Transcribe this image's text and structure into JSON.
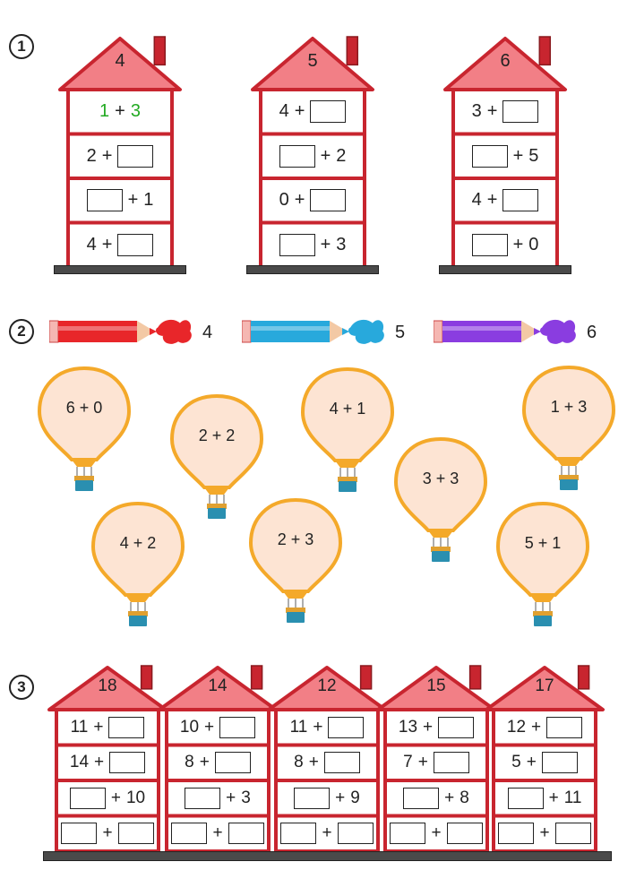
{
  "colors": {
    "house_red": "#c8252f",
    "roof_fill": "#f27f86",
    "chimney": "#c8252f",
    "ground": "#4a4a4a",
    "green_text": "#22aa22",
    "balloon_fill": "#fde4d3",
    "balloon_stroke": "#f4a92a",
    "basket": "#2a8fb0",
    "pencil_red": "#e8262a",
    "pencil_blue": "#28a9dc",
    "pencil_purple": "#8a3de0"
  },
  "section1": {
    "number": "1",
    "houses": [
      {
        "roof": "4",
        "floors": [
          {
            "left": "1",
            "op": "+",
            "right": "3",
            "highlight": true
          },
          {
            "left": "2",
            "op": "+",
            "right": ""
          },
          {
            "left": "",
            "op": "+",
            "right": "1"
          },
          {
            "left": "4",
            "op": "+",
            "right": ""
          }
        ]
      },
      {
        "roof": "5",
        "floors": [
          {
            "left": "4",
            "op": "+",
            "right": ""
          },
          {
            "left": "",
            "op": "+",
            "right": "2"
          },
          {
            "left": "0",
            "op": "+",
            "right": ""
          },
          {
            "left": "",
            "op": "+",
            "right": "3"
          }
        ]
      },
      {
        "roof": "6",
        "floors": [
          {
            "left": "3",
            "op": "+",
            "right": ""
          },
          {
            "left": "",
            "op": "+",
            "right": "5"
          },
          {
            "left": "4",
            "op": "+",
            "right": ""
          },
          {
            "left": "",
            "op": "+",
            "right": "0"
          }
        ]
      }
    ]
  },
  "section2": {
    "number": "2",
    "pencils": [
      {
        "color": "red",
        "label": "4"
      },
      {
        "color": "blue",
        "label": "5"
      },
      {
        "color": "purple",
        "label": "6"
      }
    ],
    "balloons": [
      "6 + 0",
      "2 + 2",
      "4 + 1",
      "1 + 3",
      "3 + 3",
      "4 + 2",
      "2 + 3",
      "5 + 1"
    ]
  },
  "section3": {
    "number": "3",
    "houses": [
      {
        "roof": "18",
        "floors": [
          {
            "left": "11",
            "op": "+",
            "right": ""
          },
          {
            "left": "14",
            "op": "+",
            "right": ""
          },
          {
            "left": "",
            "op": "+",
            "right": "10"
          },
          {
            "left": "",
            "op": "+",
            "right": ""
          }
        ]
      },
      {
        "roof": "14",
        "floors": [
          {
            "left": "10",
            "op": "+",
            "right": ""
          },
          {
            "left": "8",
            "op": "+",
            "right": ""
          },
          {
            "left": "",
            "op": "+",
            "right": "3"
          },
          {
            "left": "",
            "op": "+",
            "right": ""
          }
        ]
      },
      {
        "roof": "12",
        "floors": [
          {
            "left": "11",
            "op": "+",
            "right": ""
          },
          {
            "left": "8",
            "op": "+",
            "right": ""
          },
          {
            "left": "",
            "op": "+",
            "right": "9"
          },
          {
            "left": "",
            "op": "+",
            "right": ""
          }
        ]
      },
      {
        "roof": "15",
        "floors": [
          {
            "left": "13",
            "op": "+",
            "right": ""
          },
          {
            "left": "7",
            "op": "+",
            "right": ""
          },
          {
            "left": "",
            "op": "+",
            "right": "8"
          },
          {
            "left": "",
            "op": "+",
            "right": ""
          }
        ]
      },
      {
        "roof": "17",
        "floors": [
          {
            "left": "12",
            "op": "+",
            "right": ""
          },
          {
            "left": "5",
            "op": "+",
            "right": ""
          },
          {
            "left": "",
            "op": "+",
            "right": "11"
          },
          {
            "left": "",
            "op": "+",
            "right": ""
          }
        ]
      }
    ]
  }
}
